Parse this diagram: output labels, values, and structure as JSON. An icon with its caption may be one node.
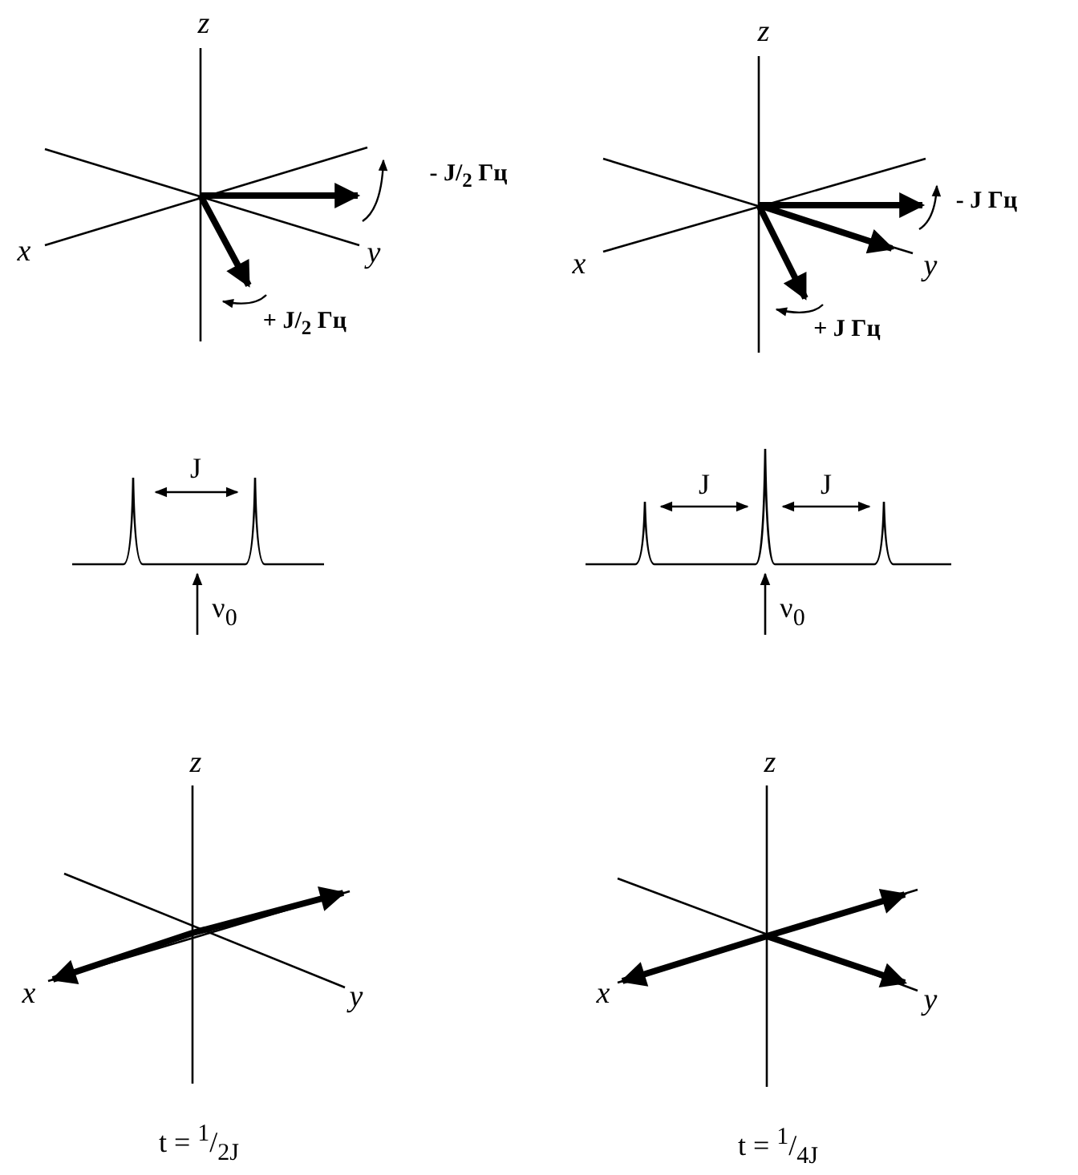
{
  "diagram": {
    "labels": [
      "z",
      "z",
      "- J/$_{2}$ Гц",
      "- J Гц",
      "x",
      "y",
      "x",
      "y",
      "+ J/$_{2}$ Гц",
      "+ J Гц",
      "J",
      "J",
      "J",
      "ν$_{0}$",
      "ν$_{0}$",
      "z",
      "z",
      "x",
      "y",
      "x",
      "y",
      "t = $^{1}$/$_{2J}$",
      "t = $^{1}$/$_{4J}$"
    ]
  }
}
